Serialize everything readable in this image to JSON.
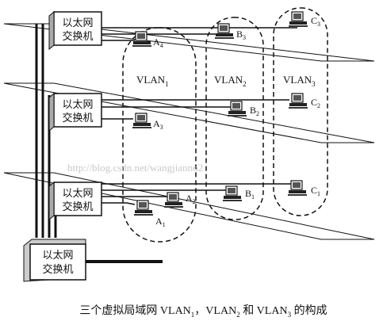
{
  "switch_label_line1": "以太网",
  "switch_label_line2": "交换机",
  "vlans": [
    {
      "name": "VLAN",
      "sub": "1"
    },
    {
      "name": "VLAN",
      "sub": "2"
    },
    {
      "name": "VLAN",
      "sub": "3"
    }
  ],
  "hosts": [
    {
      "letter": "A",
      "sub": "4"
    },
    {
      "letter": "B",
      "sub": "3"
    },
    {
      "letter": "C",
      "sub": "3"
    },
    {
      "letter": "A",
      "sub": "3"
    },
    {
      "letter": "B",
      "sub": "2"
    },
    {
      "letter": "C",
      "sub": "2"
    },
    {
      "letter": "A",
      "sub": "2"
    },
    {
      "letter": "A",
      "sub": "1"
    },
    {
      "letter": "B",
      "sub": "1"
    },
    {
      "letter": "C",
      "sub": "1"
    }
  ],
  "caption": {
    "prefix": "三个虚拟局域网 VLAN",
    "s1": "1",
    "mid1": "，VLAN",
    "s2": "2",
    "mid2": " 和 VLAN",
    "s3": "3",
    "suffix": " 的构成"
  },
  "watermark": "http://blog.csdn.net/wangjianno2"
}
